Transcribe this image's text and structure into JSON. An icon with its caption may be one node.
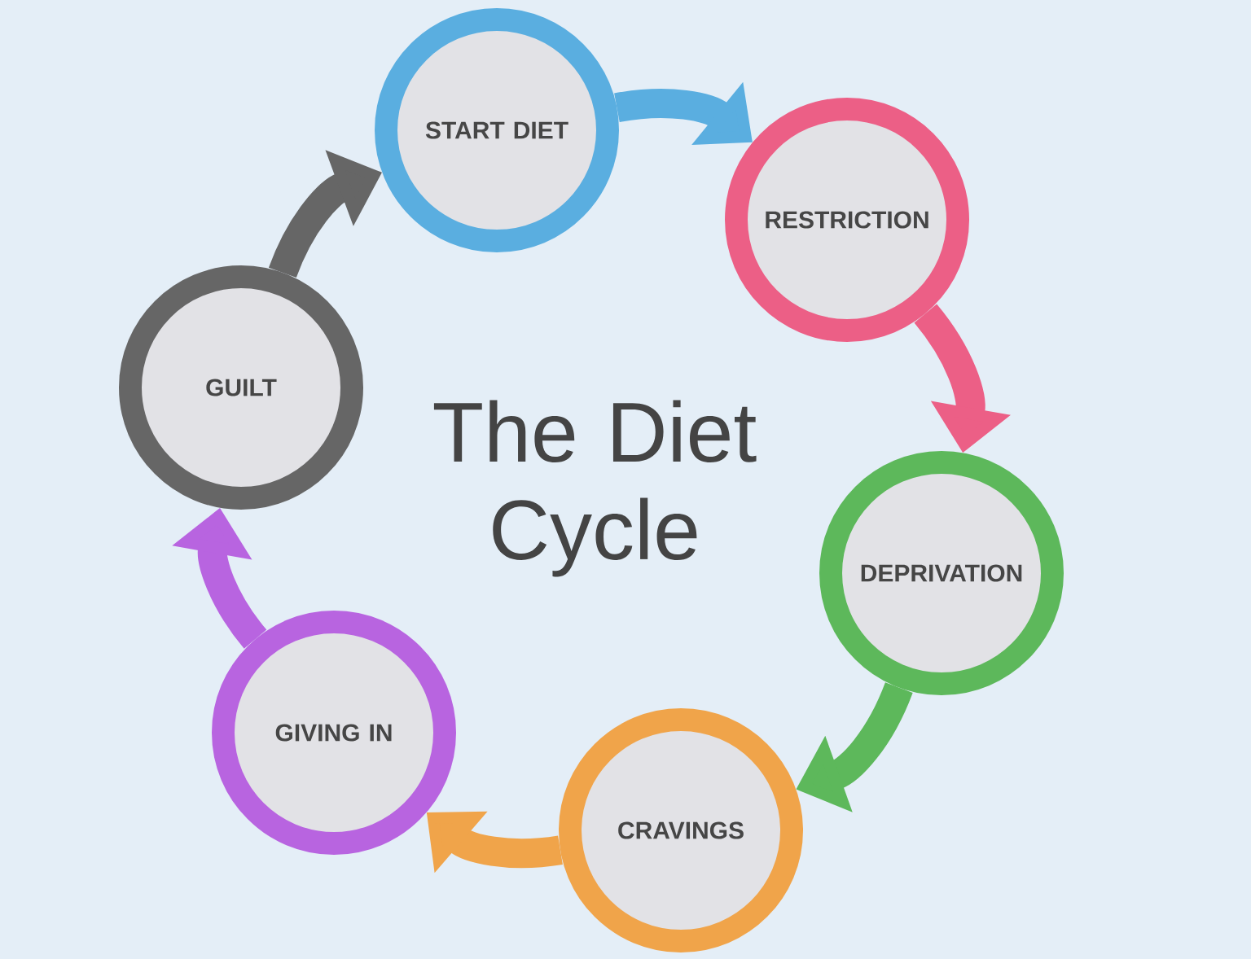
{
  "diagram": {
    "title": "The Diet Cycle",
    "nodes": [
      {
        "text": [
          "START DIET"
        ]
      },
      {
        "text": [
          "RESTRICTION"
        ]
      },
      {
        "text": [
          "DEPRIVATION"
        ]
      },
      {
        "text": [
          "CRAVINGS"
        ]
      },
      {
        "text": [
          "GIVING IN"
        ]
      },
      {
        "text": [
          "GUILT"
        ]
      }
    ],
    "edges": [
      {
        "from": 0,
        "to": 1,
        "arrow": "to",
        "color": "#5aaee0"
      },
      {
        "from": 1,
        "to": 2,
        "arrow": "to",
        "color": "#ec5f86"
      },
      {
        "from": 2,
        "to": 3,
        "arrow": "to",
        "color": "#5db85b"
      },
      {
        "from": 3,
        "to": 4,
        "arrow": "to",
        "color": "#f0a44a"
      },
      {
        "from": 4,
        "to": 5,
        "arrow": "to",
        "color": "#b864e0"
      },
      {
        "from": 5,
        "to": 0,
        "arrow": "to",
        "color": "#666666"
      }
    ]
  }
}
